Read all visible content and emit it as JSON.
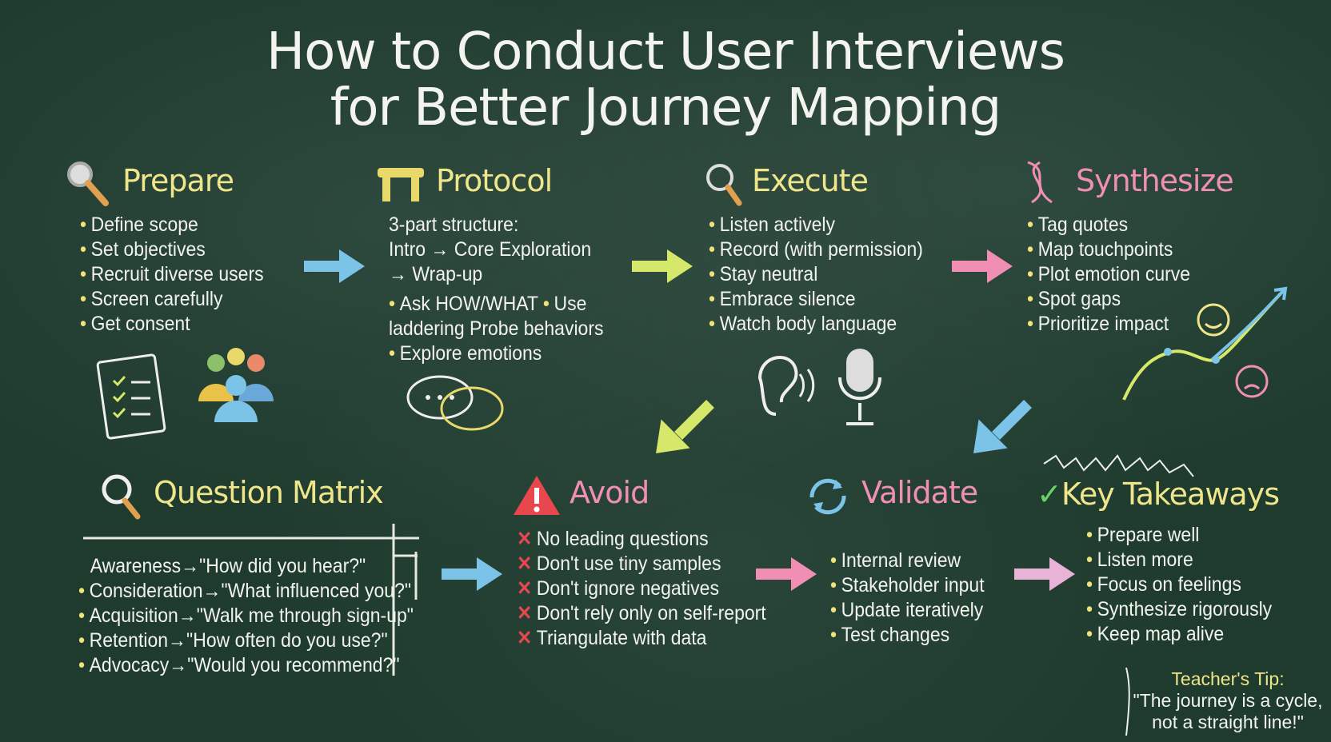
{
  "title": {
    "line1": "How to Conduct User Interviews",
    "line2": "for Better Journey Mapping"
  },
  "prepare": {
    "heading": "Prepare",
    "items": [
      "Define scope",
      "Set objectives",
      "Recruit diverse users",
      "Screen carefully",
      "Get consent"
    ]
  },
  "protocol": {
    "heading": "Protocol",
    "lines": [
      "3-part structure:",
      "Intro → Core Exploration",
      "→ Wrap-up"
    ],
    "bullet_line1": "Ask HOW/WHAT",
    "bullet_line1b": "Use",
    "bullet_line2": "laddering Probe behaviors",
    "bullet_line3": "Explore emotions"
  },
  "execute": {
    "heading": "Execute",
    "items": [
      "Listen actively",
      "Record (with permission)",
      "Stay neutral",
      "Embrace silence",
      "Watch body language"
    ]
  },
  "synthesize": {
    "heading": "Synthesize",
    "items": [
      "Tag quotes",
      "Map touchpoints",
      "Plot emotion curve",
      "Spot gaps",
      "Prioritize impact"
    ]
  },
  "question_matrix": {
    "heading": "Question Matrix",
    "first": "Awareness→\"How did you hear?\"",
    "items": [
      "Consideration→\"What influenced you?\"",
      "Acquisition→\"Walk me through sign-up\"",
      "Retention→\"How often do you use?\"",
      "Advocacy→\"Would you recommend?\""
    ]
  },
  "avoid": {
    "heading": "Avoid",
    "items": [
      "No leading questions",
      "Don't use tiny samples",
      "Don't ignore negatives",
      "Don't rely only on self-report",
      "Triangulate with data"
    ]
  },
  "validate": {
    "heading": "Validate",
    "items": [
      "Internal review",
      "Stakeholder input",
      "Update iteratively",
      "Test changes"
    ]
  },
  "takeaways": {
    "heading": "Key Takeaways",
    "items": [
      "Prepare well",
      "Listen more",
      "Focus on feelings",
      "Synthesize rigorously",
      "Keep map alive"
    ]
  },
  "tip": {
    "label": "Teacher's Tip:",
    "line1": "\"The journey is a cycle,",
    "line2": "not a straight line!\""
  },
  "colors": {
    "board": "#1e3b2e",
    "yellow": "#efe58a",
    "pink": "#f08fb3",
    "blue": "#7cc3e8",
    "lime": "#d6e86a",
    "red": "#e8474e"
  }
}
